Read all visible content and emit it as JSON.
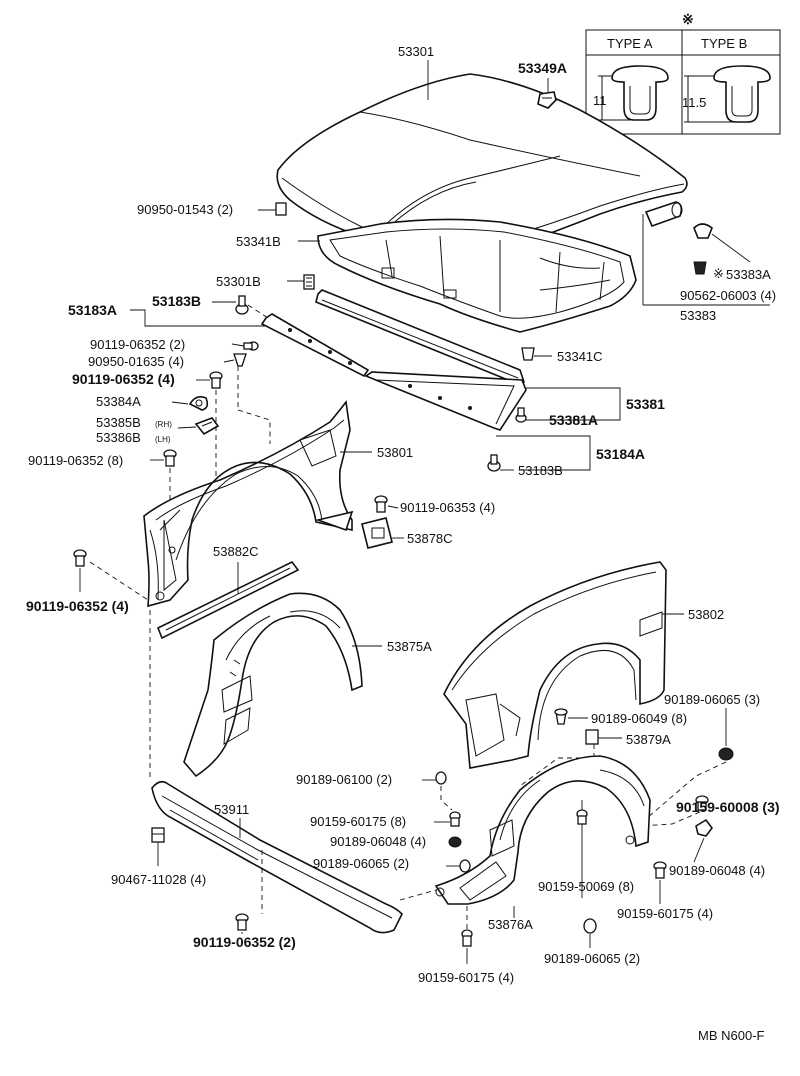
{
  "figure_code": "MB N600-F",
  "note_mark": "※",
  "type_table": {
    "type_a": {
      "header": "TYPE A",
      "dimension": "11"
    },
    "type_b": {
      "header": "TYPE B",
      "dimension": "11.5"
    }
  },
  "labels": {
    "hood": "53301",
    "hood_cushion": "53349A",
    "clip_90950_01543": "90950-01543 (2)",
    "hood_frame": "53341B",
    "hood_stopper_cushion": "53301B",
    "seal_group": "53183A",
    "seal_clip_upper": "53183B",
    "screw_90119_06352_2": "90119-06352 (2)",
    "clip_90950_01635": "90950-01635 (4)",
    "bolt_90119_06352_4": "90119-06352 (4)",
    "fender_bracket": "53384A",
    "bracket_rh": "53385B",
    "bracket_rh_tag": "(RH)",
    "bracket_lh": "53386B",
    "bracket_lh_tag": "(LH)",
    "bolt_90119_06352_8": "90119-06352 (8)",
    "bolt_90119_06352_side": "90119-06352 (4)",
    "hood_seal": "53341C",
    "seal_assembly": "53381",
    "seal_clip": "53381A",
    "seal_group_lower": "53184A",
    "seal_clip_lower": "53183B",
    "hood_rear_seal": "53383",
    "hood_rear_seal_clip": "53383A",
    "hood_rear_seal_clip_note": "※",
    "clip_90562": "90562-06003 (4)",
    "fender_lh": "53801",
    "bolt_90119_06353": "90119-06353 (4)",
    "fender_liner_bracket": "53878C",
    "fender_seal": "53882C",
    "fender_rh": "53802",
    "fender_liner_lh": "53875A",
    "clip_90189_06065_3": "90189-06065 (3)",
    "clip_90189_06049": "90189-06049 (8)",
    "liner_clip": "53879A",
    "clip_90189_06100": "90189-06100 (2)",
    "screw_90159_60008": "90159-60008 (3)",
    "front_spoiler": "53911",
    "screw_90159_60175_8": "90159-60175 (8)",
    "clip_90189_06048_4": "90189-06048 (4)",
    "clip_90189_06065_2": "90189-06065 (2)",
    "clip_90189_06048_side": "90189-06048 (4)",
    "nut_90467": "90467-11028 (4)",
    "screw_90159_50069": "90159-50069 (8)",
    "screw_90159_60175_4": "90159-60175 (4)",
    "fender_liner_rh": "53876A",
    "bolt_90119_06352_2b": "90119-06352 (2)",
    "clip_90189_06065_2b": "90189-06065 (2)",
    "screw_90159_60175_bottom": "90159-60175 (4)"
  }
}
